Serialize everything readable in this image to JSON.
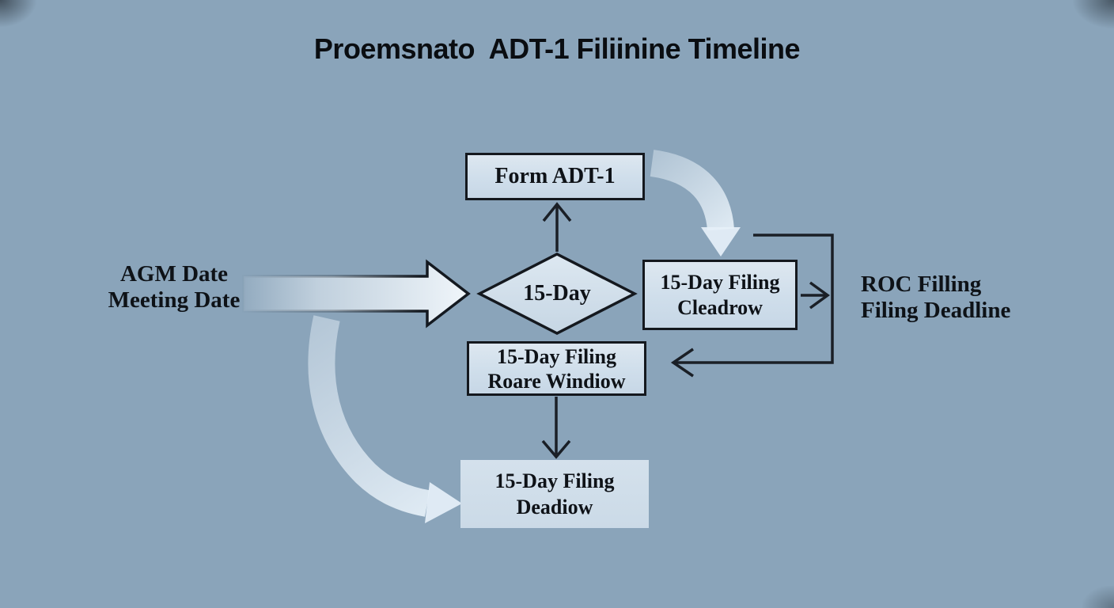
{
  "title": "Proemsnato  ADT-1 Filiinine Timeline",
  "labels": {
    "agm": {
      "line1": "AGM Date",
      "line2": "Meeting Date"
    },
    "roc": {
      "line1": "ROC Filling",
      "line2": "Filing Deadline"
    }
  },
  "nodes": {
    "form": {
      "label": "Form ADT-1"
    },
    "decision": {
      "label": "15-Day"
    },
    "clearance": {
      "line1": "15-Day Filing",
      "line2": "Cleadrow"
    },
    "window": {
      "line1": "15-Day Filing",
      "line2": "Roare Windiow"
    },
    "deadline": {
      "line1": "15-Day Filing",
      "line2": "Deadiow"
    }
  },
  "colors": {
    "bg": "#8aa4ba",
    "node_fill": "#cfdeeb",
    "node_border": "#14181e",
    "connector": "#1a1f26",
    "soft_arrow": "#e2edf6",
    "text": "#0e1217"
  }
}
